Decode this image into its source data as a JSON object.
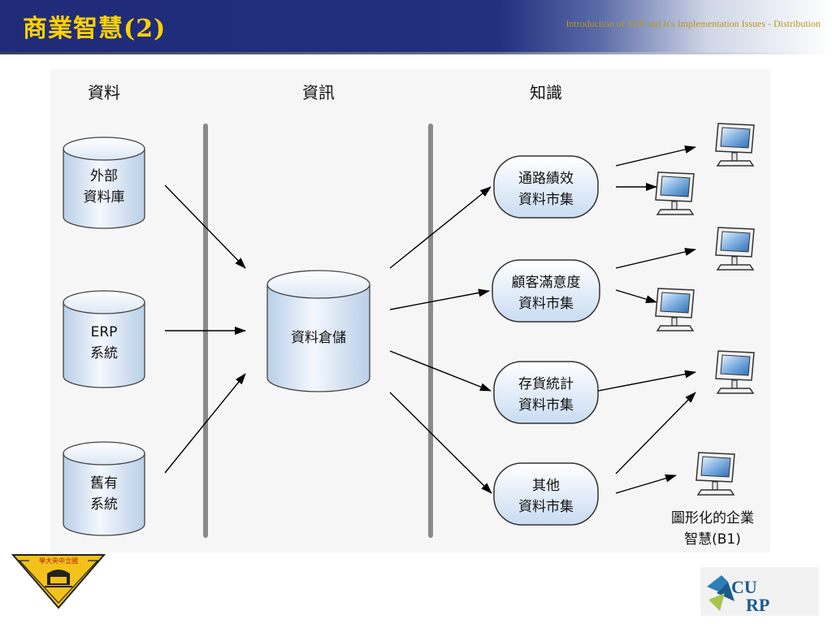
{
  "slide": {
    "title": "商業智慧(2)",
    "subtitle": "Introduction of ERP and It's Implementation Issues - Distribution"
  },
  "columns": [
    "資料",
    "資訊",
    "知識"
  ],
  "sources": [
    {
      "line1": "外部",
      "line2": "資料庫"
    },
    {
      "line1": "ERP",
      "line2": "系統"
    },
    {
      "line1": "舊有",
      "line2": "系統"
    }
  ],
  "warehouse": {
    "label": "資料倉儲"
  },
  "marts": [
    {
      "line1": "通路績效",
      "line2": "資料市集"
    },
    {
      "line1": "顧客滿意度",
      "line2": "資料市集"
    },
    {
      "line1": "存貨統計",
      "line2": "資料市集"
    },
    {
      "line1": "其他",
      "line2": "資料市集"
    }
  ],
  "monitor_caption": {
    "line1": "圖形化的企業",
    "line2": "智慧(B1)"
  },
  "logos": {
    "left": {
      "text": "學大央中立國"
    },
    "right": {
      "text_top": "CU",
      "text_bottom": "RP"
    }
  },
  "colors": {
    "header_bg": "#1f2b78",
    "title": "#ffd200",
    "subtitle": "#b9971e",
    "cylinder": "#cfe0f3"
  }
}
